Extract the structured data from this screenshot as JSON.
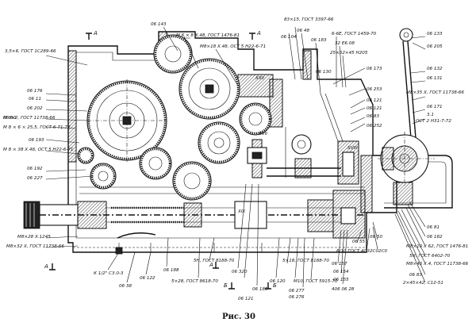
{
  "figure": {
    "caption": "Рис. 30",
    "section_marks": [
      "А",
      "А",
      "Б",
      "Б",
      "А",
      "А"
    ],
    "labels": {
      "l_top1": "06 143",
      "l_top2": "М 6 × 8 Х.48, ГОСТ 1476-81",
      "l_top3": "М8×18 Х.48, ОСТ 5 Н22-6-71",
      "l_top4": "06 104",
      "l_top5": "83×15, ГОСТ 3397-66",
      "l_top6": "06 48",
      "l_top7": "06 183",
      "l_top8": "6-6Е, ГОСТ 1459-70",
      "l_top9": "32 Е6.08",
      "l_top10": "25×32×45 Н205",
      "l_top11": "06 133",
      "l_top12": "06 205",
      "l_r1": "06 132",
      "l_r2": "06 131",
      "l_r3": "М8×35 Х, ГОСТ 11738-66",
      "l_r4": "06 171",
      "l_r5": "3.1",
      "l_r6": "ОСТ 2 Н31-7-72",
      "l_m1": "06 130",
      "l_m2": "06 173",
      "l_m3": "06 253",
      "l_m4": "06 121",
      "l_m5": "06 121",
      "l_m6": "06 83",
      "l_m7": "06 252",
      "l_l1": "3,5×6, ГОСТ 1С289-66",
      "l_l2": "06 176",
      "l_l3": "06 11",
      "l_l4": "06 202",
      "l_l5": "06 60",
      "l_l6": "М 8×2, ГОСТ 11738-66",
      "l_l7": "М 8 × 6 × 25,5, ГОСТ 6-71-72",
      "l_l8": "06 193",
      "l_l9": "М 8 × 38 Х.48, ОСТ 5 Н22-6-71",
      "l_l10": "06 192",
      "l_l11": "06 227",
      "l_b1": "М8×28 Х.1245",
      "l_b2": "М8×32 Х, ГОСТ 11738-66",
      "l_b3": "К 1/2\" С3.0-3",
      "l_b4": "06 38",
      "l_b5": "06 122",
      "l_b6": "06 188",
      "l_b7": "5×28, ГОСТ 8618-70",
      "l_b8": "5Н, ГОСТ 8188-70",
      "l_b9": "06 320",
      "l_b10": "06 121",
      "l_b11": "06 185",
      "l_b12": "06 120",
      "l_b13": "5×18, ГОСТ 8188-70",
      "l_b14": "06 277",
      "l_b15": "06 276",
      "l_b16": "М10, ГОСТ 5915-70",
      "l_b17": "06 157",
      "l_b18": "06 154",
      "l_b19": "06 155",
      "l_b20": "406 06 28",
      "l_b21": "06 55",
      "l_b22": "06 50",
      "l_b23": "6/10 ГОСТ 4С32С02С0",
      "l_br1": "06 81",
      "l_br2": "06 182",
      "l_br3": "М8×10 Х 62, ГОСТ 1476-81",
      "l_br4": "5Н, ГОСТ 6402-70",
      "l_br5": "М8×40 Х.4, ГОСТ 11738-66",
      "l_br6": "06 83",
      "l_br7": "2×45×42, С12-51",
      "l_r7": "XXII",
      "l_r8": "XVII",
      "l_r9": "ХVIII",
      "l_r10": "XIX"
    }
  }
}
